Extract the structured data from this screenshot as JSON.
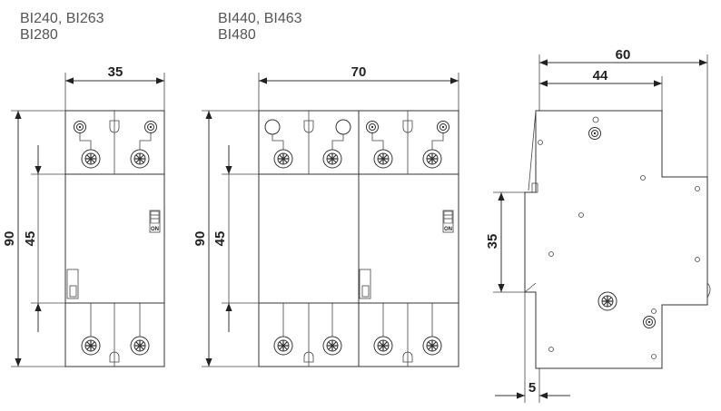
{
  "left_models": {
    "line1": "BI240, BI263",
    "line2": "BI280"
  },
  "middle_models": {
    "line1": "BI440, BI463",
    "line2": "BI480"
  },
  "left_dims": {
    "width": "35",
    "height": "90",
    "inner": "45"
  },
  "middle_dims": {
    "width": "70",
    "height": "90",
    "inner": "45"
  },
  "side_dims": {
    "total": "60",
    "depth": "44",
    "rail": "35",
    "offset": "5"
  },
  "switch_label": "ON"
}
